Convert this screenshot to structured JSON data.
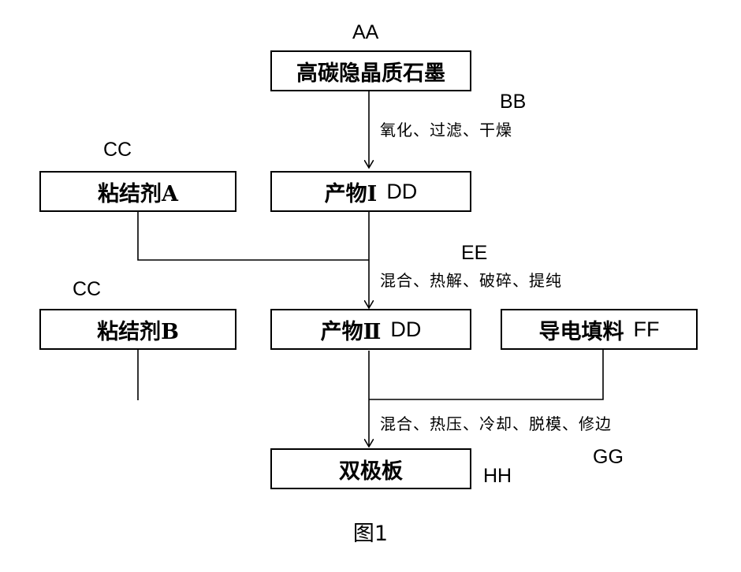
{
  "labels": {
    "aa": "AA",
    "bb": "BB",
    "cc1": "CC",
    "cc2": "CC",
    "ee": "EE",
    "gg": "GG",
    "hh": "HH"
  },
  "boxes": {
    "graphite": "高碳隐晶质石墨",
    "binder_a": "粘结剂A",
    "product1": "产物Ⅰ",
    "product1_tag": "DD",
    "binder_b": "粘结剂B",
    "product2": "产物Ⅱ",
    "product2_tag": "DD",
    "filler": "导电填料",
    "filler_tag": "FF",
    "bipolar": "双极板"
  },
  "steps": {
    "step1": "氧化、过滤、干燥",
    "step2": "混合、热解、破碎、提纯",
    "step3": "混合、热压、冷却、脱模、修边"
  },
  "caption": "图1"
}
